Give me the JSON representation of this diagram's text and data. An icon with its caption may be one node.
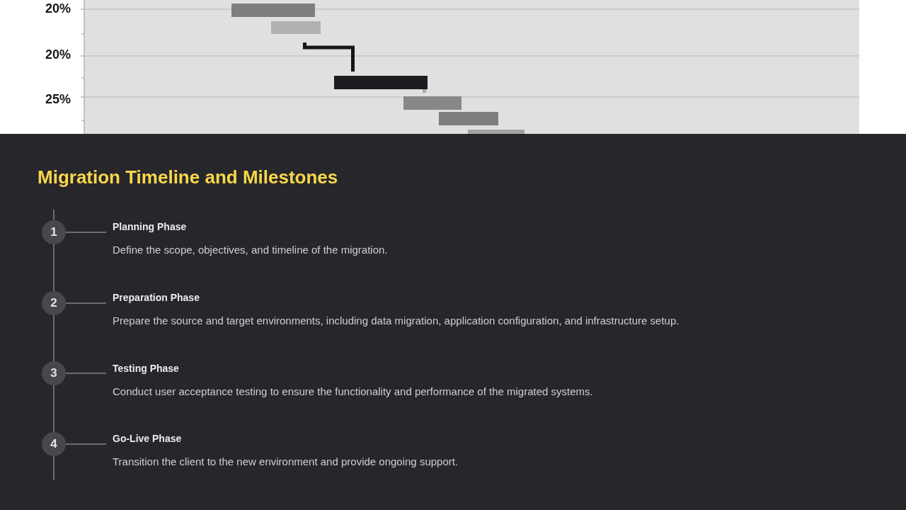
{
  "diagram": {
    "title": "Migration Timeline and Milestones",
    "nodes": [
      {
        "text": [
          "1"
        ]
      },
      {
        "text": [
          "Planning Phase",
          "Define the scope, objectives, and timeline of the migration."
        ]
      },
      {
        "text": [
          "2"
        ]
      },
      {
        "text": [
          "Preparation Phase",
          "Prepare the source and target environments, including data migration, application configuration, and infrastructure setup."
        ]
      },
      {
        "text": [
          "3"
        ]
      },
      {
        "text": [
          "Testing Phase",
          "Conduct user acceptance testing to ensure the functionality and performance of the migrated systems."
        ]
      },
      {
        "text": [
          "4"
        ]
      },
      {
        "text": [
          "Go-Live Phase",
          "Transition the client to the new environment and provide ongoing support."
        ]
      }
    ],
    "edges": [
      {
        "from": null,
        "to": 0,
        "arrow": "none"
      },
      {
        "from": 0,
        "to": 1,
        "arrow": "none"
      },
      {
        "from": 0,
        "to": 2,
        "arrow": "none"
      },
      {
        "from": 2,
        "to": 3,
        "arrow": "none"
      },
      {
        "from": 2,
        "to": 4,
        "arrow": "none"
      },
      {
        "from": 4,
        "to": 5,
        "arrow": "none"
      },
      {
        "from": 4,
        "to": 6,
        "arrow": "none"
      },
      {
        "from": 6,
        "to": 7,
        "arrow": "none"
      },
      {
        "from": 6,
        "to": null,
        "arrow": "none"
      }
    ],
    "labels": [
      "20%",
      "20%",
      "25%"
    ]
  }
}
